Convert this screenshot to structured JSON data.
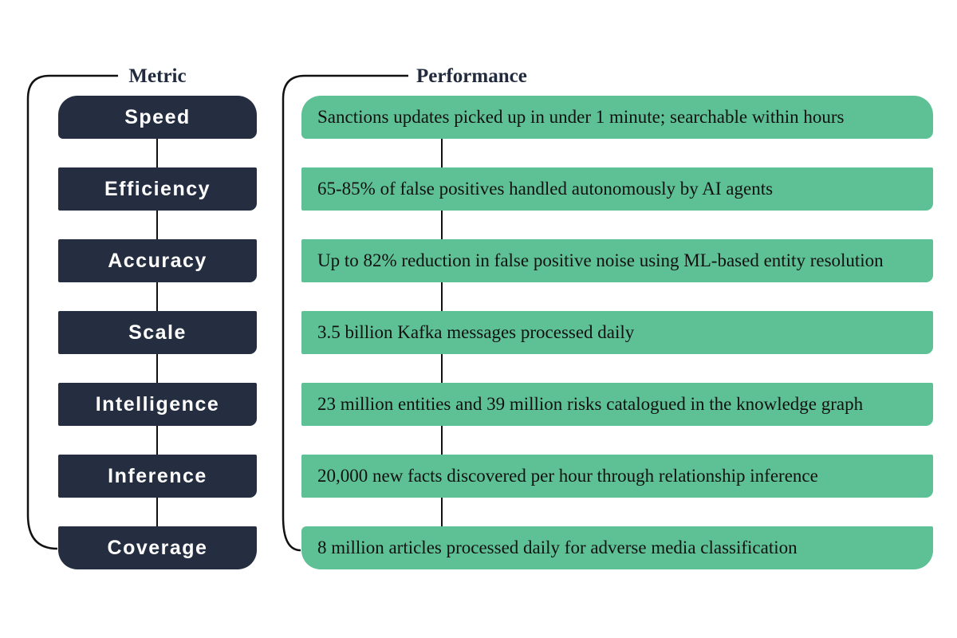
{
  "header": {
    "metric_label": "Metric",
    "performance_label": "Performance"
  },
  "rows": [
    {
      "metric": "Speed",
      "performance": "Sanctions updates picked up in under 1 minute; searchable within hours"
    },
    {
      "metric": "Efficiency",
      "performance": "65-85% of false positives handled autonomously by AI agents"
    },
    {
      "metric": "Accuracy",
      "performance": "Up to 82% reduction in false positive noise using ML-based entity resolution"
    },
    {
      "metric": "Scale",
      "performance": "3.5 billion Kafka messages processed daily"
    },
    {
      "metric": "Intelligence",
      "performance": "23 million entities and 39 million risks catalogued in the knowledge graph"
    },
    {
      "metric": "Inference",
      "performance": "20,000 new facts discovered per hour through relationship inference"
    },
    {
      "metric": "Coverage",
      "performance": "8 million articles processed daily for adverse media classification"
    }
  ],
  "colors": {
    "metric_box": "#252E40",
    "metric_text": "#FFFFFF",
    "performance_box": "#5EC095",
    "performance_text": "#111111",
    "connector": "#111111",
    "header_text": "#222B3D"
  }
}
